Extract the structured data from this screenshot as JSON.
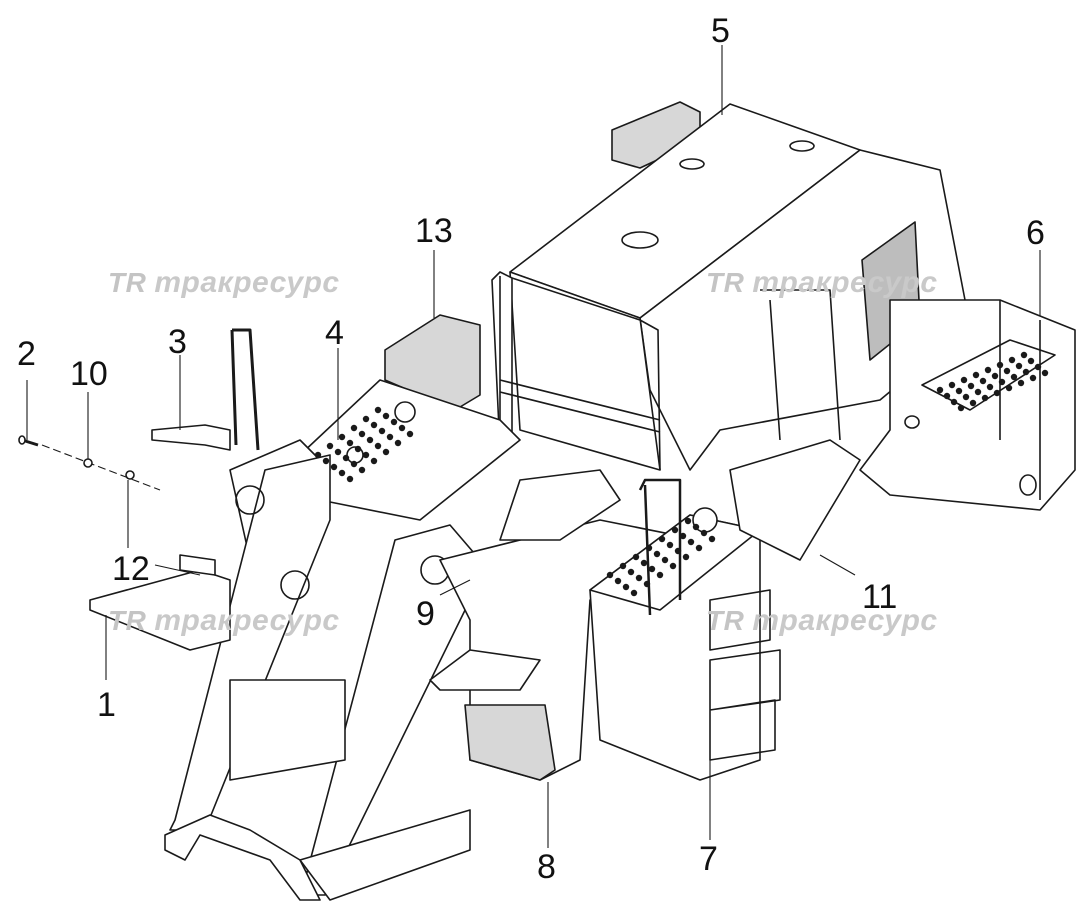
{
  "watermark": {
    "logo": "TR",
    "text": "тракресурс"
  },
  "callouts": {
    "n1": "1",
    "n2": "2",
    "n3": "3",
    "n4": "4",
    "n5": "5",
    "n6": "6",
    "n7": "7",
    "n8": "8",
    "n9": "9",
    "n10": "10",
    "n11": "11",
    "n12": "12",
    "n13": "13"
  },
  "colors": {
    "line": "#1a1a1a",
    "shade": "#d7d7d7",
    "dark": "#9a9a9a",
    "watermark": "#c9c9c9"
  }
}
